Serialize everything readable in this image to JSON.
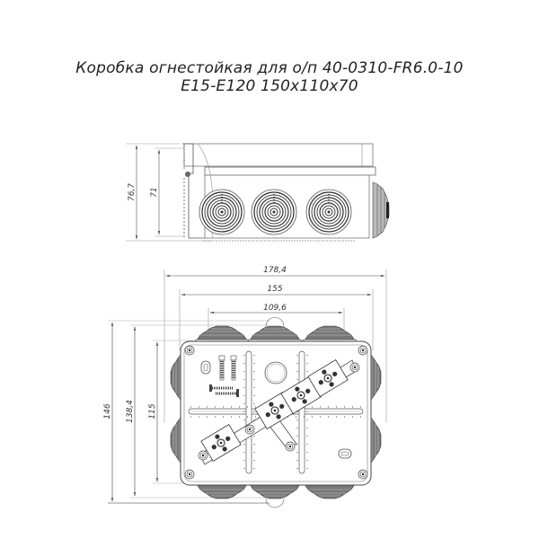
{
  "title": {
    "line1": "Коробка огнестойкая для о/п 40-0310-FR6.0-10",
    "line2": "E15-E120 150х110х70"
  },
  "side_view": {
    "dimensions": {
      "overall_height": "76,7",
      "body_height": "71"
    },
    "cable_glands": 3
  },
  "plan_view": {
    "dimensions": {
      "overall_width": "178,4",
      "body_width": "155",
      "gland_spacing": "109,6",
      "overall_depth": "146",
      "body_depth": "138,4",
      "inner_depth": "115"
    },
    "cable_glands": 10,
    "terminal_blocks": 4
  },
  "colors": {
    "line": "#4a4a4a",
    "dim_line": "#777777",
    "gland_dark": "#555555",
    "background": "#ffffff"
  }
}
